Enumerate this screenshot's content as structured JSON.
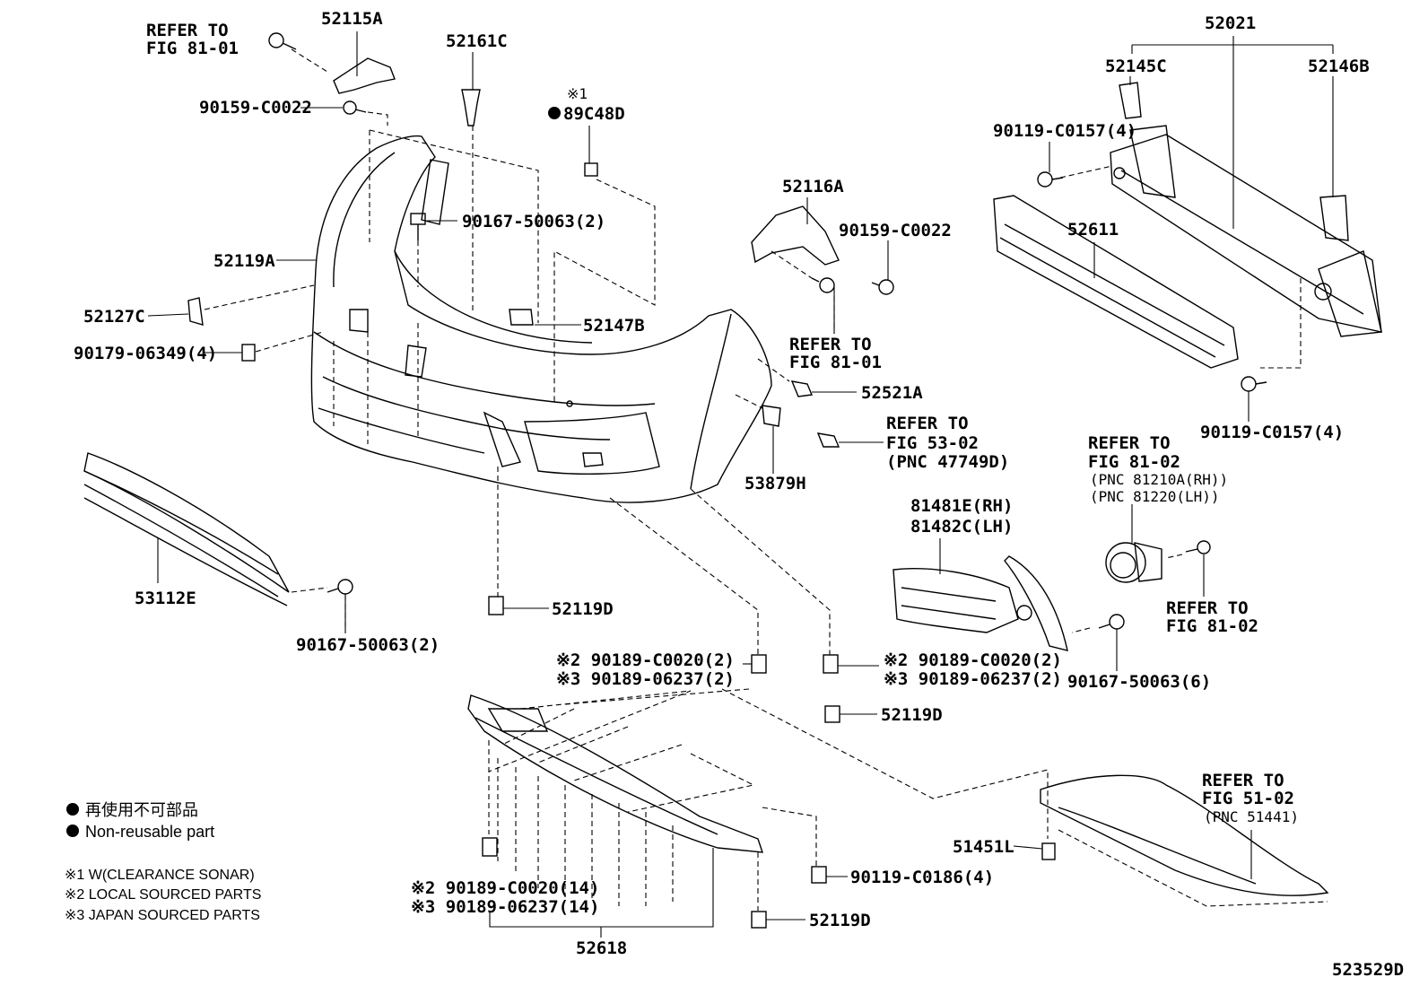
{
  "labels": {
    "p52115A": "52115A",
    "refer_81_01_a": "REFER TO",
    "refer_81_01_a2": "FIG 81-01",
    "p90159_a": "90159-C0022",
    "p52161C": "52161C",
    "note1_mark": "※1",
    "p89C48D": "89C48D",
    "p90167_a": "90167-50063(2)",
    "p52119A": "52119A",
    "p52127C": "52127C",
    "p90179": "90179-06349(4)",
    "p52147B": "52147B",
    "p52116A": "52116A",
    "p90159_b": "90159-C0022",
    "refer_81_01_b": "REFER TO",
    "refer_81_01_b2": "FIG 81-01",
    "p52521A": "52521A",
    "refer_53_02": "REFER TO",
    "refer_53_02b": "FIG 53-02",
    "refer_53_02c": "(PNC 47749D)",
    "p53879H": "53879H",
    "p52021": "52021",
    "p52145C": "52145C",
    "p52146B": "52146B",
    "p90119_a": "90119-C0157(4)",
    "p52611": "52611",
    "p90119_b": "90119-C0157(4)",
    "refer_81_02_a": "REFER TO",
    "refer_81_02_a2": "FIG 81-02",
    "refer_81_02_a3": "(PNC 81210A(RH))",
    "refer_81_02_a4": "(PNC 81220(LH))",
    "p81481E": "81481E(RH)",
    "p81482C": "81482C(LH)",
    "refer_81_02_b": "REFER TO",
    "refer_81_02_b2": "FIG 81-02",
    "p90167_b": "90167-50063(6)",
    "p53112E": "53112E",
    "p90167_c": "90167-50063(2)",
    "p52119D_a": "52119D",
    "clip_a1": "※2 90189-C0020(2)",
    "clip_a2": "※3 90189-06237(2)",
    "clip_b1": "※2 90189-C0020(2)",
    "clip_b2": "※3 90189-06237(2)",
    "p52119D_b": "52119D",
    "refer_51_02": "REFER TO",
    "refer_51_02b": "FIG 51-02",
    "refer_51_02c": "(PNC 51441)",
    "p51451L": "51451L",
    "p90119_c": "90119-C0186(4)",
    "clip_c1": "※2 90189-C0020(14)",
    "clip_c2": "※3 90189-06237(14)",
    "p52119D_c": "52119D",
    "p52618": "52618",
    "figure_id": "523529D"
  },
  "legend": {
    "nonreuse_jp": "再使用不可部品",
    "nonreuse_en": "Non-reusable part",
    "note1": "※1 W(CLEARANCE SONAR)",
    "note2": "※2 LOCAL SOURCED PARTS",
    "note3": "※3 JAPAN SOURCED PARTS"
  }
}
